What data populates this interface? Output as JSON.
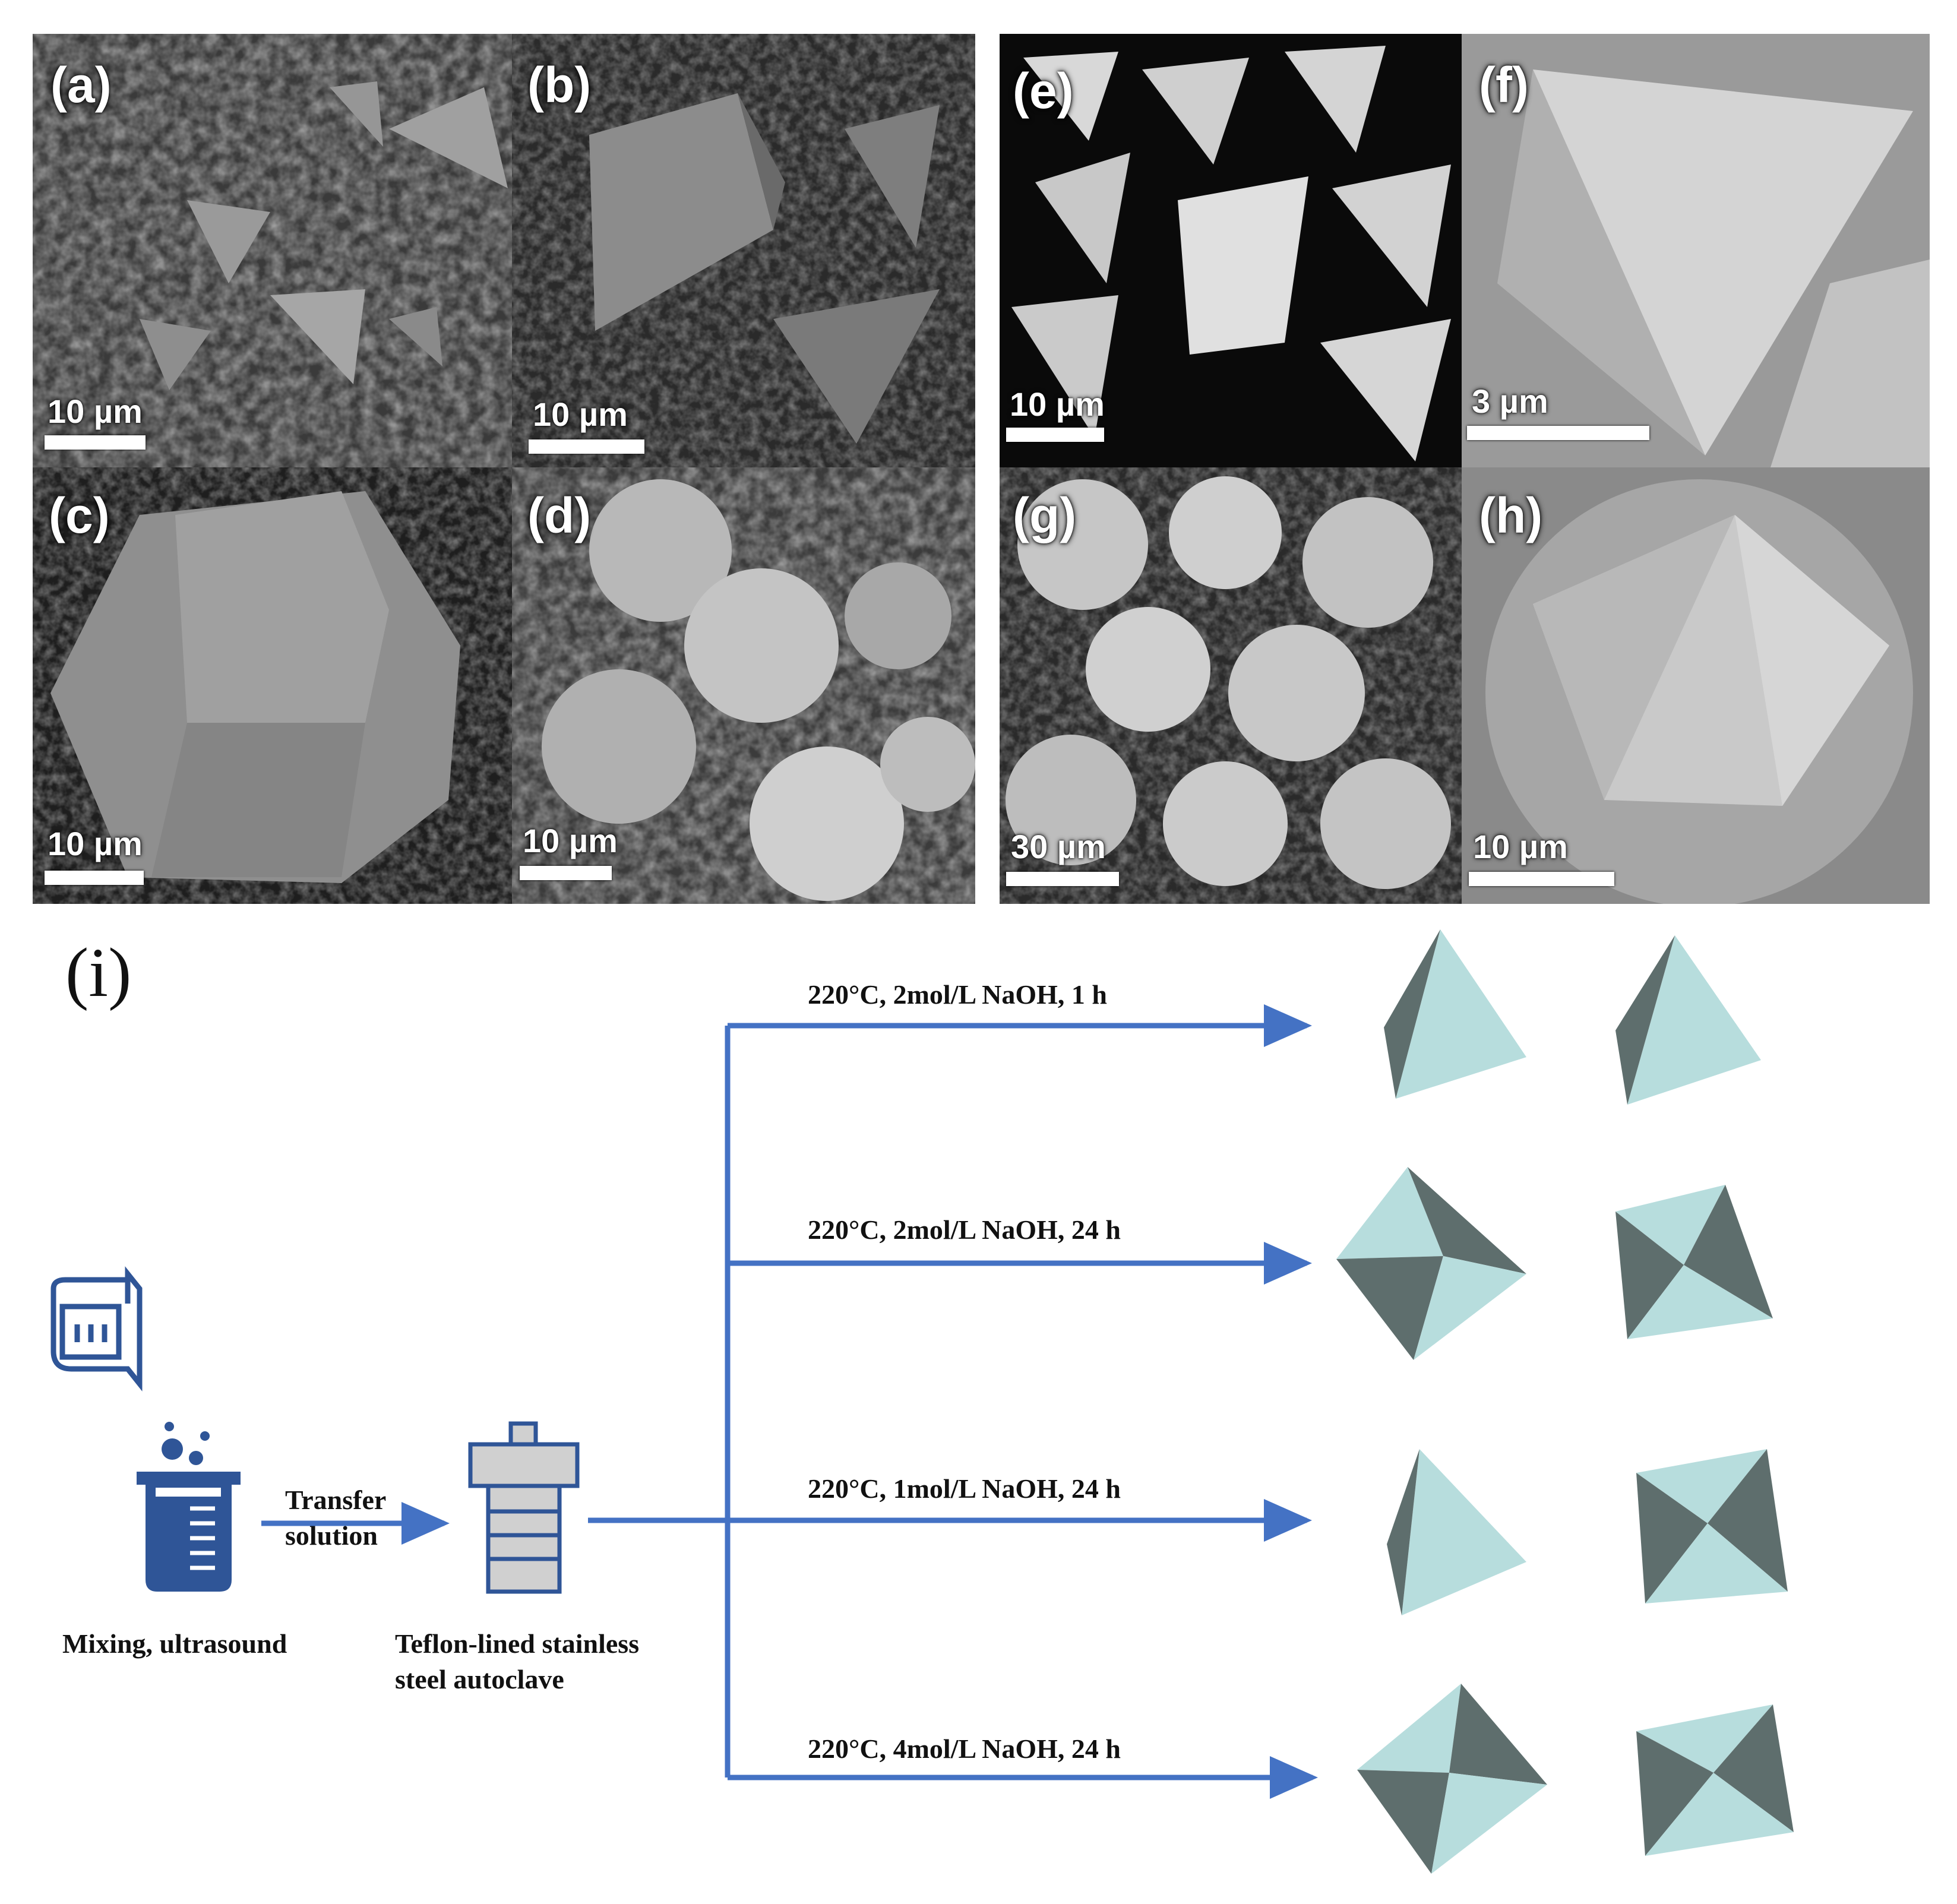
{
  "sem_panels": [
    {
      "label": "(a)",
      "scale": "10 µm"
    },
    {
      "label": "(b)",
      "scale": "10 µm"
    },
    {
      "label": "(c)",
      "scale": "10 µm"
    },
    {
      "label": "(d)",
      "scale": "10 µm"
    },
    {
      "label": "(e)",
      "scale": "10 µm"
    },
    {
      "label": "(f)",
      "scale": "3 µm"
    },
    {
      "label": "(g)",
      "scale": "30 µm"
    },
    {
      "label": "(h)",
      "scale": "10 µm"
    }
  ],
  "schematic": {
    "label": "(i)",
    "transfer": [
      "Transfer",
      "solution"
    ],
    "mixing": "Mixing, ultrasound",
    "autoclave": [
      "Teflon-lined stainless",
      "steel autoclave"
    ],
    "conditions": [
      "220°C, 2mol/L NaOH, 1 h",
      "220°C, 2mol/L NaOH, 24 h",
      "220°C, 1mol/L NaOH, 24 h",
      "220°C, 4mol/L NaOH, 24 h"
    ]
  },
  "colors": {
    "arrow": "#4472C4",
    "icon": "#2F5597",
    "crystal_light": "#B7DDDD",
    "crystal_dark": "#5E6E6D"
  }
}
